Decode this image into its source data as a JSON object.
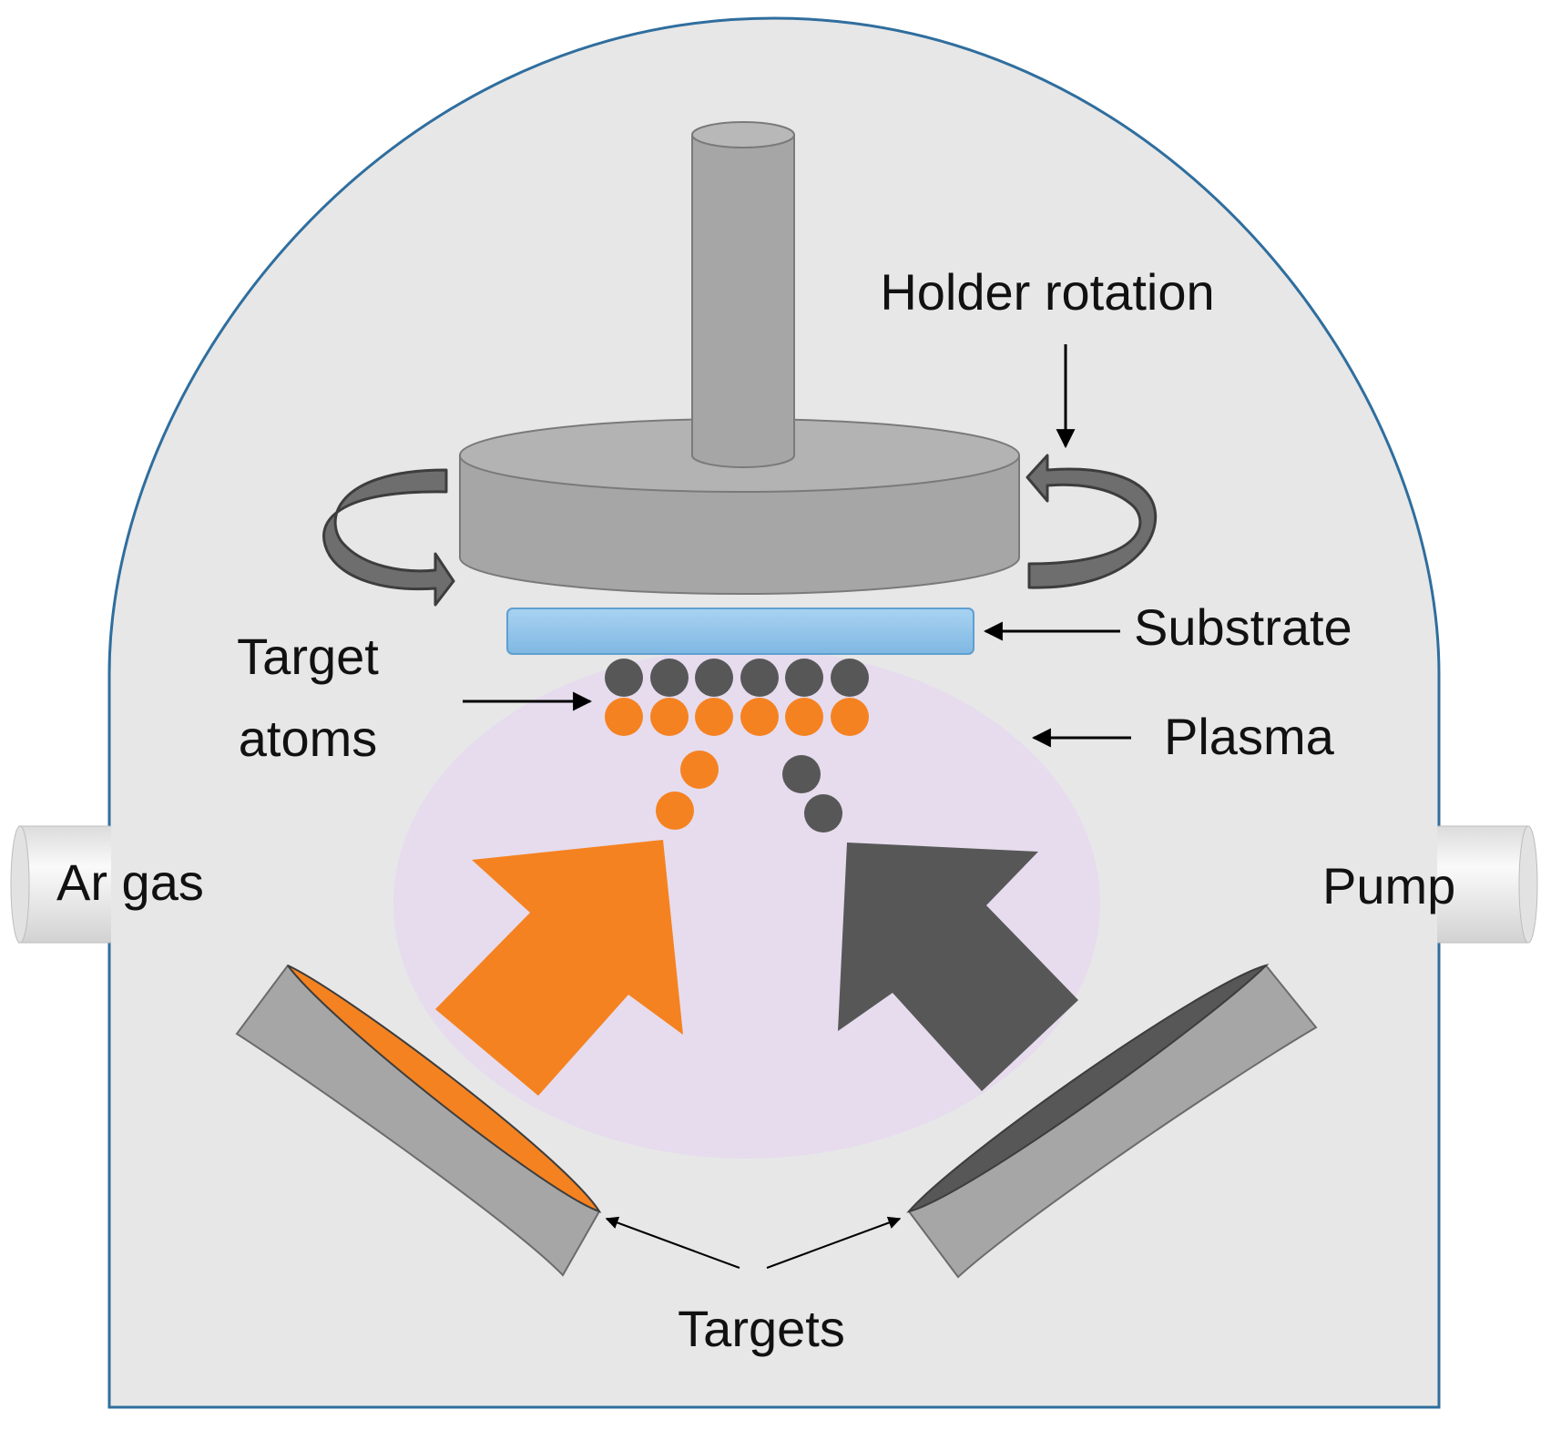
{
  "labels": {
    "holder_rotation": "Holder rotation",
    "substrate": "Substrate",
    "target_atoms_line1": "Target",
    "target_atoms_line2": "atoms",
    "plasma": "Plasma",
    "ar_gas": "Ar gas",
    "pump": "Pump",
    "targets": "Targets"
  },
  "colors": {
    "chamber_fill": "#e7e7e7",
    "chamber_stroke": "#2f6e9e",
    "holder_gray": "#a6a6a6",
    "holder_top": "#b5b5b5",
    "substrate_blue": "#8ec3ea",
    "plasma": "#e6dcee",
    "orange": "#f58220",
    "dark_gray": "#575757",
    "pipe": "#ececec"
  }
}
